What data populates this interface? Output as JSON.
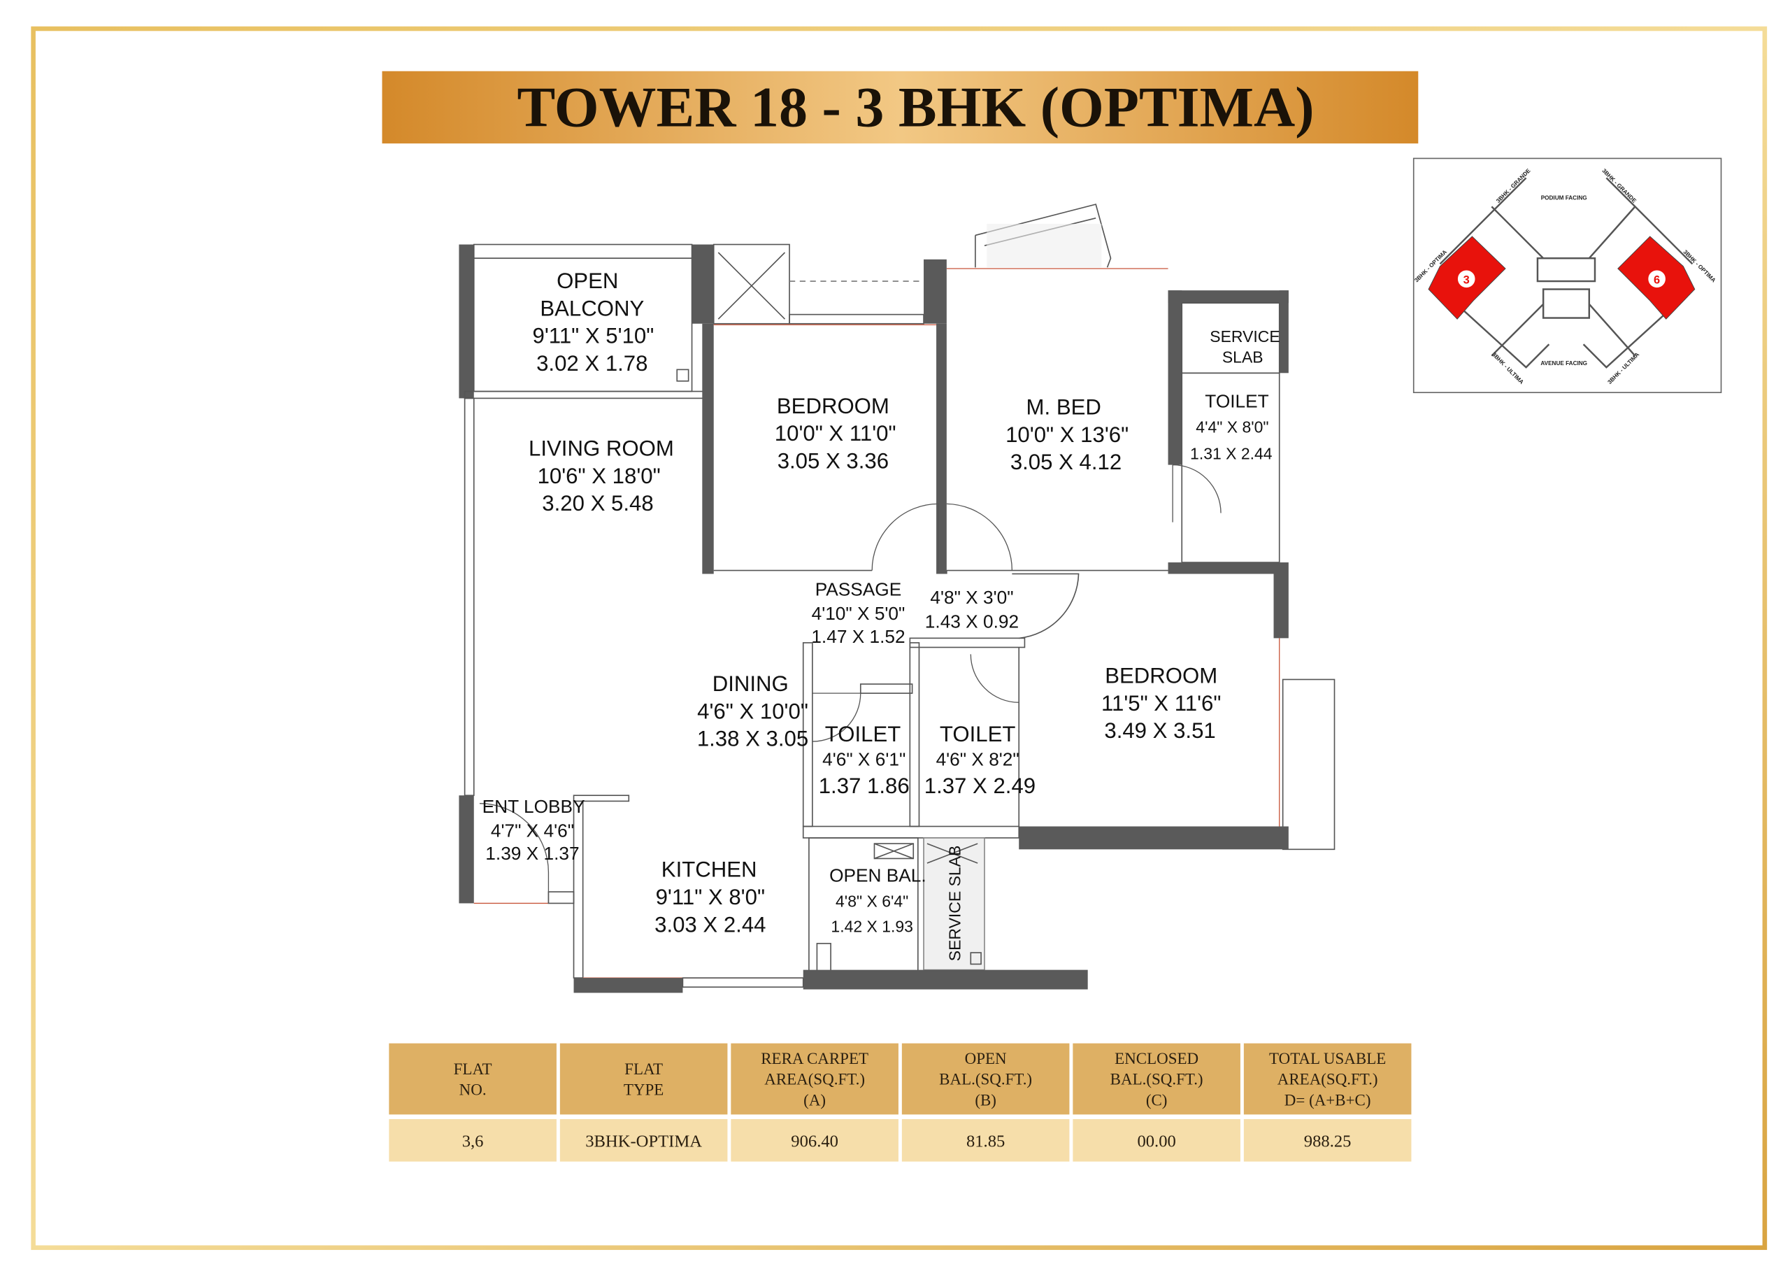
{
  "title": "TOWER 18 - 3 BHK (OPTIMA)",
  "colors": {
    "gold_dark": "#d4892a",
    "gold_light": "#f2c884",
    "border": "#e0b14a",
    "header_cell": "#deb064",
    "data_cell": "#f6deaa",
    "highlight": "#e8120c",
    "wall": "#5a5a5a"
  },
  "rooms": {
    "open_balcony": {
      "name1": "OPEN",
      "name2": "BALCONY",
      "imperial": "9'11\" X 5'10\"",
      "metric": "3.02 X 1.78"
    },
    "bedroom1": {
      "name": "BEDROOM",
      "imperial": "10'0\" X 11'0\"",
      "metric": "3.05 X 3.36"
    },
    "master_bed": {
      "name": "M. BED",
      "imperial": "10'0\" X 13'6\"",
      "metric": "3.05 X 4.12"
    },
    "service_slab_top": {
      "name1": "SERVICE",
      "name2": "SLAB"
    },
    "toilet_master": {
      "name": "TOILET",
      "imperial": "4'4\" X 8'0\"",
      "metric": "1.31 X 2.44"
    },
    "living_room": {
      "name": "LIVING ROOM",
      "imperial": "10'6\" X 18'0\"",
      "metric": "3.20 X 5.48"
    },
    "passage": {
      "name": "PASSAGE",
      "imperial": "4'10\" X 5'0\"",
      "metric": "1.47 X 1.52"
    },
    "passage2": {
      "imperial": "4'8\" X 3'0\"",
      "metric": "1.43 X 0.92"
    },
    "dining": {
      "name": "DINING",
      "imperial": "4'6\" X 10'0\"",
      "metric": "1.38 X 3.05"
    },
    "toilet1": {
      "name": "TOILET",
      "imperial": "4'6\" X 6'1\"",
      "metric": "1.37 1.86"
    },
    "toilet2": {
      "name": "TOILET",
      "imperial": "4'6\" X 8'2\"",
      "metric": "1.37 X 2.49"
    },
    "bedroom2": {
      "name": "BEDROOM",
      "imperial": "11'5\" X 11'6\"",
      "metric": "3.49 X 3.51"
    },
    "ent_lobby": {
      "name": "ENT LOBBY",
      "imperial": "4'7\" X 4'6\"",
      "metric": "1.39 X 1.37"
    },
    "kitchen": {
      "name": "KITCHEN",
      "imperial": "9'11\" X 8'0\"",
      "metric": "3.03 X 2.44"
    },
    "open_bal": {
      "name": "OPEN BAL.",
      "imperial": "4'8\" X 6'4\"",
      "metric": "1.42 X 1.93"
    },
    "service_slab_bottom": {
      "name": "SERVICE SLAB"
    }
  },
  "key_plan": {
    "podium": "PODIUM FACING",
    "avenue": "AVENUE FACING",
    "labels": [
      "3BHK - GRANDE",
      "3BHK - GRANDE",
      "3BHK - OPTIMA",
      "3BHK - OPTIMA",
      "3BHK - ULTIMA",
      "3BHK - ULTIMA"
    ],
    "flat_a": "3",
    "flat_b": "6"
  },
  "table": {
    "headers": [
      [
        "FLAT",
        "NO."
      ],
      [
        "FLAT",
        "TYPE"
      ],
      [
        "RERA CARPET",
        "AREA(SQ.FT.)",
        "(A)"
      ],
      [
        "OPEN",
        "BAL.(SQ.FT.)",
        "(B)"
      ],
      [
        "ENCLOSED",
        "BAL.(SQ.FT.)",
        "(C)"
      ],
      [
        "TOTAL USABLE",
        "AREA(SQ.FT.)",
        "D= (A+B+C)"
      ]
    ],
    "row": [
      "3,6",
      "3BHK-OPTIMA",
      "906.40",
      "81.85",
      "00.00",
      "988.25"
    ]
  }
}
